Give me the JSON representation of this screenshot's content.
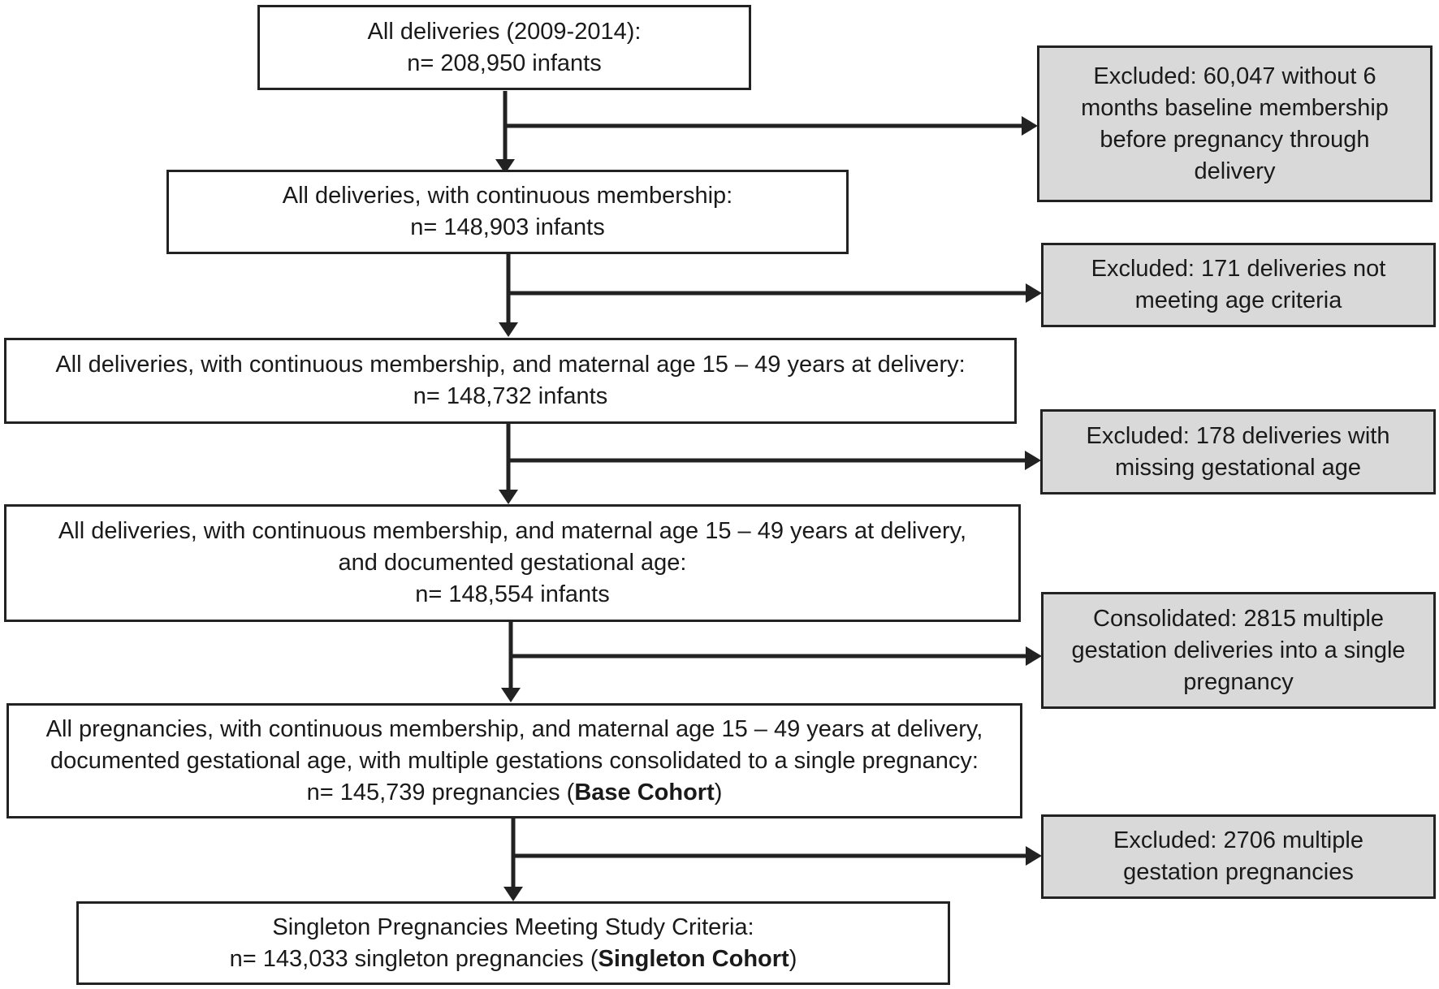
{
  "flowchart": {
    "steps": [
      {
        "id": "step-1",
        "lines": [
          {
            "text": "All deliveries (2009-2014):"
          },
          {
            "text": "n= 208,950 infants"
          }
        ]
      },
      {
        "id": "step-2",
        "lines": [
          {
            "text": "All deliveries, with continuous membership:"
          },
          {
            "text": "n= 148,903 infants"
          }
        ]
      },
      {
        "id": "step-3",
        "lines": [
          {
            "text": "All deliveries, with continuous membership, and maternal age 15 – 49 years at delivery:"
          },
          {
            "text": "n= 148,732 infants"
          }
        ]
      },
      {
        "id": "step-4",
        "lines": [
          {
            "text": "All deliveries, with continuous membership, and maternal age 15 – 49 years at delivery,"
          },
          {
            "text": "and documented gestational age:"
          },
          {
            "text": "n= 148,554 infants"
          }
        ]
      },
      {
        "id": "step-5",
        "lines": [
          {
            "text": "All pregnancies, with continuous membership, and maternal age 15 – 49 years at delivery,"
          },
          {
            "text": "documented gestational age, with multiple gestations consolidated to a single pregnancy:"
          },
          {
            "prefix": "n= 145,739 pregnancies (",
            "bold": "Base Cohort",
            "suffix": ")"
          }
        ]
      },
      {
        "id": "step-6",
        "lines": [
          {
            "text": "Singleton Pregnancies Meeting Study Criteria:"
          },
          {
            "prefix": "n= 143,033 singleton pregnancies (",
            "bold": "Singleton Cohort",
            "suffix": ")"
          }
        ]
      }
    ],
    "exclusions": [
      {
        "id": "exclusion-1",
        "lines": [
          "Excluded: 60,047 without 6",
          "months baseline membership",
          "before pregnancy through",
          "delivery"
        ]
      },
      {
        "id": "exclusion-2",
        "lines": [
          "Excluded: 171 deliveries not",
          "meeting age criteria"
        ]
      },
      {
        "id": "exclusion-3",
        "lines": [
          "Excluded: 178 deliveries with",
          "missing gestational age"
        ]
      },
      {
        "id": "exclusion-4",
        "lines": [
          "Consolidated: 2815 multiple",
          "gestation deliveries into a single",
          "pregnancy"
        ]
      },
      {
        "id": "exclusion-5",
        "lines": [
          "Excluded: 2706 multiple",
          "gestation pregnancies"
        ]
      }
    ],
    "colors": {
      "main_fill": "#ffffff",
      "side_fill": "#d9d9d9",
      "stroke": "#222222"
    }
  }
}
